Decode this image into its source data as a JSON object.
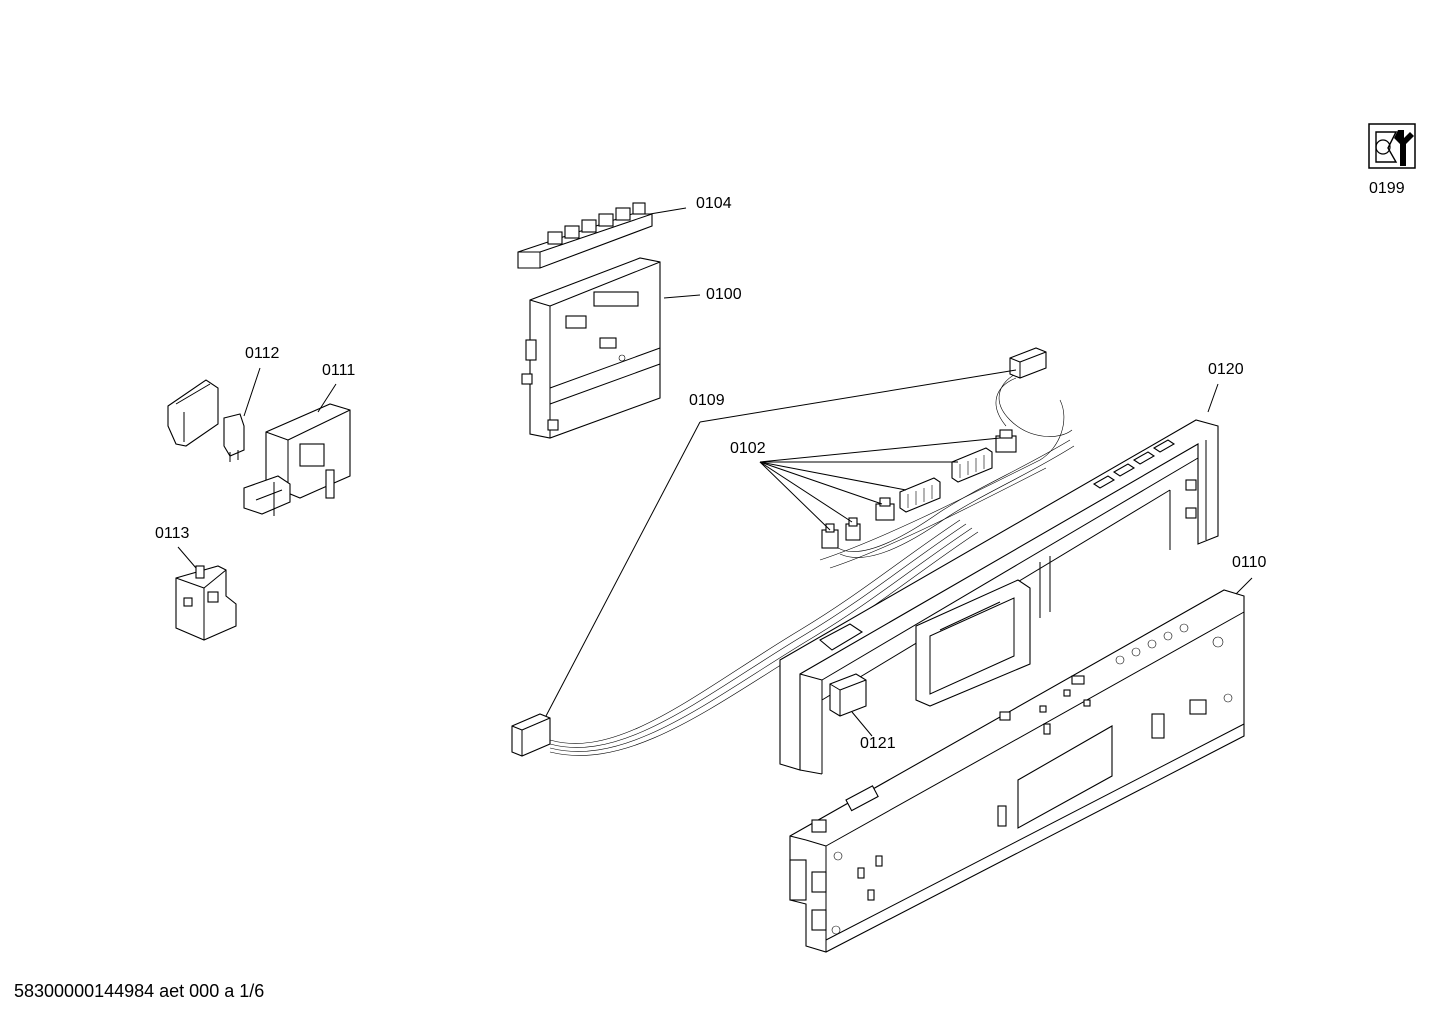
{
  "parts": [
    {
      "id": "0104"
    },
    {
      "id": "0100"
    },
    {
      "id": "0112"
    },
    {
      "id": "0111"
    },
    {
      "id": "0109"
    },
    {
      "id": "0120"
    },
    {
      "id": "0102"
    },
    {
      "id": "0113"
    },
    {
      "id": "0110"
    },
    {
      "id": "0121"
    },
    {
      "id": "0199"
    }
  ],
  "footer": "58300000144984 aet 000 a 1/6"
}
